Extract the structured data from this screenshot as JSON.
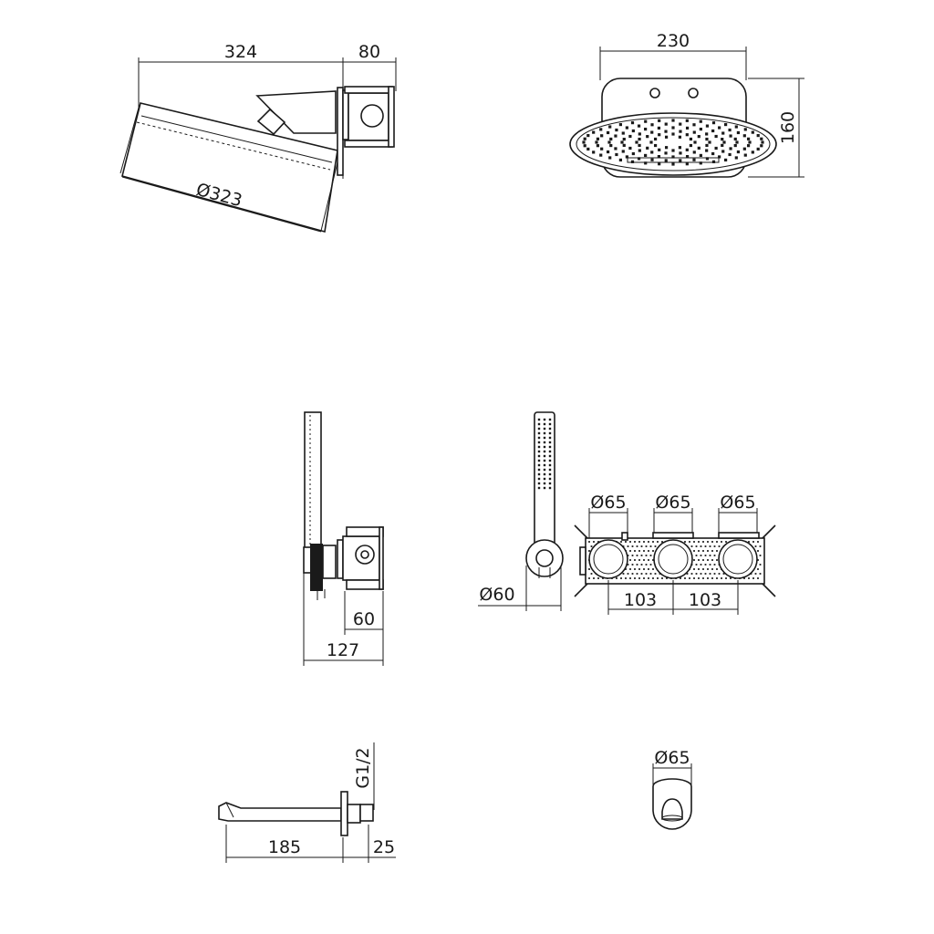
{
  "dimensions": {
    "shower_side_width": "324",
    "shower_arm_depth": "80",
    "shower_head_diameter": "Ø323",
    "shower_front_width": "230",
    "shower_front_height": "160",
    "handshower_overall": "127",
    "handshower_depth": "60",
    "valve_diameter_1": "Ø65",
    "valve_diameter_2": "Ø65",
    "valve_diameter_3": "Ø65",
    "holder_diameter": "Ø60",
    "valve_spacing_1": "103",
    "valve_spacing_2": "103",
    "spout_thread": "G1/2",
    "spout_length": "185",
    "spout_base": "25",
    "spout_plate_diameter": "Ø65"
  },
  "colors": {
    "line": "#1a1a1a",
    "background": "#ffffff"
  }
}
